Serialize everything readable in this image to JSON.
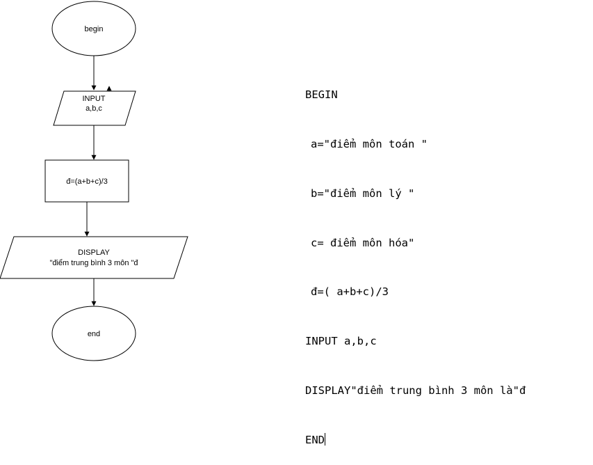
{
  "flowchart": {
    "start": "begin",
    "input_line1": "INPUT",
    "input_line2": "a,b,c",
    "process": "đ=(a+b+c)/3",
    "display_line1": "DISPLAY",
    "display_line2": "\"điểm trung bình 3 môn \"đ",
    "end": "end"
  },
  "pseudocode": {
    "lines": [
      "BEGIN",
      "a=\"điểm môn toán \"",
      "b=\"điểm môn lý \"",
      "c= điểm môn hóa\"",
      "đ=( a+b+c)/3",
      "INPUT a,b,c",
      "DISPLAY\"điểm trung bình 3 môn là\"đ",
      "END"
    ]
  }
}
